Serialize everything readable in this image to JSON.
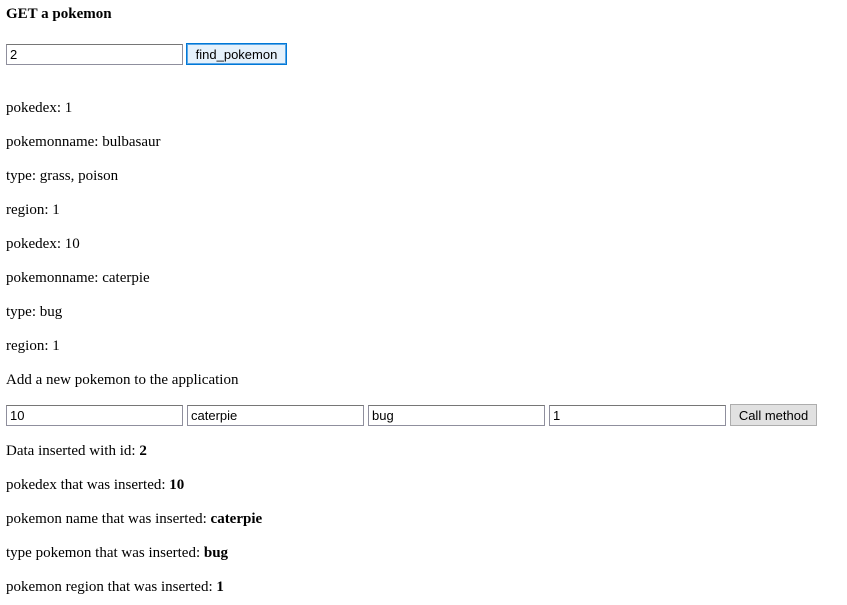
{
  "get_section": {
    "heading": "GET a pokemon",
    "input_value": "2",
    "button_label": "find_pokemon"
  },
  "results": [
    {
      "label": "pokedex:",
      "value": "1"
    },
    {
      "label": "pokemonname:",
      "value": "bulbasaur"
    },
    {
      "label": "type:",
      "value": "grass, poison"
    },
    {
      "label": "region:",
      "value": "1"
    },
    {
      "label": "pokedex:",
      "value": "10"
    },
    {
      "label": "pokemonname:",
      "value": "caterpie"
    },
    {
      "label": "type:",
      "value": "bug"
    },
    {
      "label": "region:",
      "value": "1"
    }
  ],
  "add_section": {
    "heading": "Add a new pokemon to the application",
    "inputs": [
      "10",
      "caterpie",
      "bug",
      "1"
    ],
    "button_label": "Call method"
  },
  "inserted": [
    {
      "label": "Data inserted with id:",
      "value": "2"
    },
    {
      "label": "pokedex that was inserted:",
      "value": "10"
    },
    {
      "label": "pokemon name that was inserted:",
      "value": "caterpie"
    },
    {
      "label": "type pokemon that was inserted:",
      "value": "bug"
    },
    {
      "label": "pokemon region that was inserted:",
      "value": "1"
    }
  ]
}
